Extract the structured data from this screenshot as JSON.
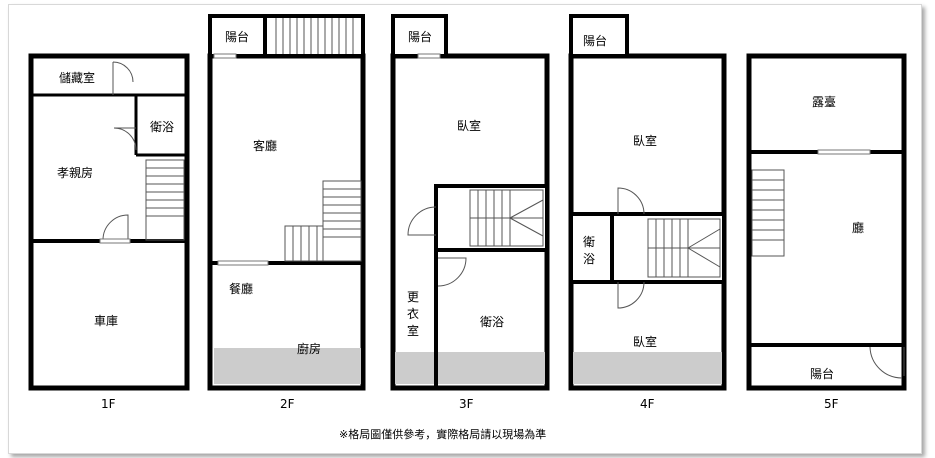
{
  "floors": [
    {
      "label": "1F",
      "rooms": {
        "storage": "儲藏室",
        "bath": "衛浴",
        "elder": "孝親房",
        "garage": "車庫"
      }
    },
    {
      "label": "2F",
      "rooms": {
        "balcony": "陽台",
        "living": "客廳",
        "dining": "餐廳",
        "kitchen": "廚房"
      }
    },
    {
      "label": "3F",
      "rooms": {
        "balcony": "陽台",
        "bedroom": "臥室",
        "closet1": "更",
        "closet2": "衣",
        "closet3": "室",
        "bath": "衛浴"
      }
    },
    {
      "label": "4F",
      "rooms": {
        "balcony": "陽台",
        "bedroom1": "臥室",
        "bath1": "衛",
        "bath2": "浴",
        "bedroom2": "臥室"
      }
    },
    {
      "label": "5F",
      "rooms": {
        "terrace": "露臺",
        "hall": "廳",
        "balcony": "陽台"
      }
    }
  ],
  "note": "※格局圖僅供參考，實際格局請以現場為準",
  "colors": {
    "wall": "#000000",
    "kitchen_floor": "#cccccc",
    "window": "#9a9a9a"
  }
}
